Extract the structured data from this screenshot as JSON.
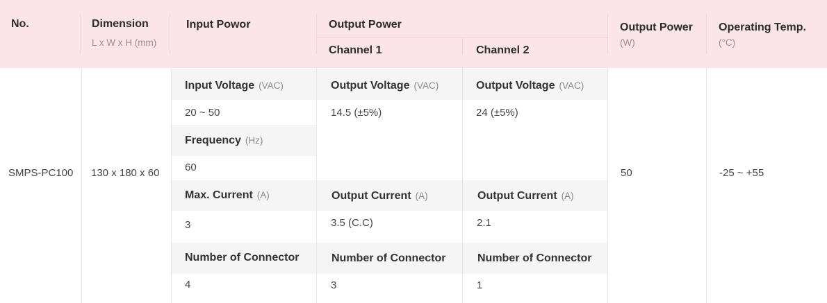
{
  "header": {
    "no": {
      "title": "No."
    },
    "dimension": {
      "title": "Dimension",
      "sub": "L x W x H (mm)"
    },
    "input_power": {
      "title": "Input Powor"
    },
    "output_power_group": {
      "title": "Output Power"
    },
    "channel_1": {
      "title": "Channel 1"
    },
    "channel_2": {
      "title": "Channel 2"
    },
    "output_power": {
      "title": "Output Power",
      "sub": "(W)"
    },
    "operating_temp": {
      "title": "Operating Temp.",
      "sub": "(°C)"
    }
  },
  "row": {
    "no": "SMPS-PC100",
    "dimension": "130 x 180 x 60",
    "input": {
      "voltage_label": "Input Voltage",
      "voltage_unit": "(VAC)",
      "voltage_value": "20 ~ 50",
      "frequency_label": "Frequency",
      "frequency_unit": "(Hz)",
      "frequency_value": "60",
      "current_label": "Max. Current",
      "current_unit": "(A)",
      "current_value": "3",
      "connector_label": "Number of Connector",
      "connector_value": "4"
    },
    "channel_1": {
      "voltage_label": "Output Voltage",
      "voltage_unit": "(VAC)",
      "voltage_value": "14.5 (±5%)",
      "current_label": "Output Current",
      "current_unit": "(A)",
      "current_value": "3.5 (C.C)",
      "connector_label": "Number of Connector",
      "connector_value": "3"
    },
    "channel_2": {
      "voltage_label": "Output Voltage",
      "voltage_unit": "(VAC)",
      "voltage_value": "24 (±5%)",
      "current_label": "Output Current",
      "current_unit": "(A)",
      "current_value": "2.1",
      "connector_label": "Number of Connector",
      "connector_value": "1"
    },
    "output_power": "50",
    "operating_temp": "-25 ~ +55"
  }
}
